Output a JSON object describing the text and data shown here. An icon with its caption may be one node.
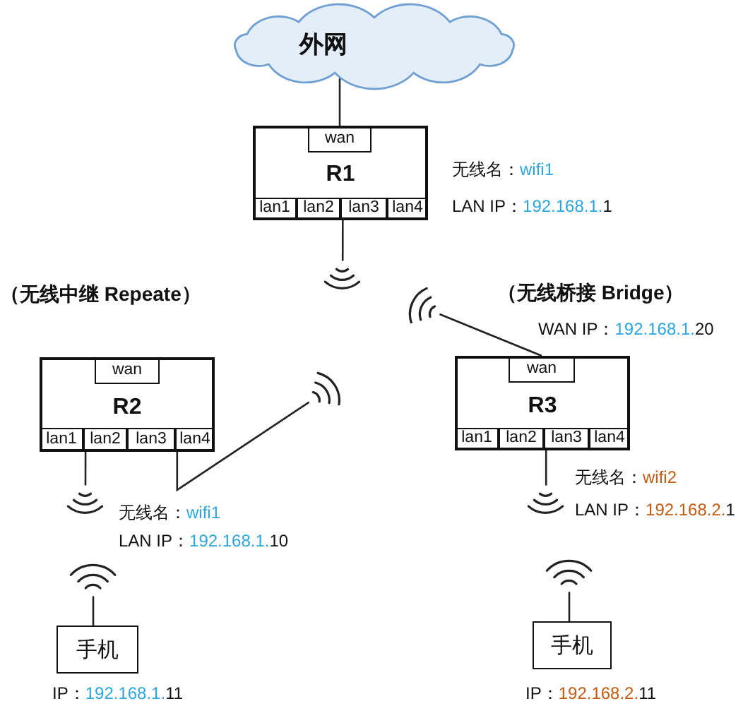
{
  "diagram": {
    "nodes": [
      {
        "text": [
          "外网"
        ]
      },
      {
        "text": [
          "R1"
        ],
        "beside": [
          "无线名：wifi1",
          "LAN IP：192.168.1.1"
        ]
      },
      {
        "text": [
          "wan"
        ],
        "in": 1
      },
      {
        "text": [
          "lan1"
        ],
        "in": 1
      },
      {
        "text": [
          "lan2"
        ],
        "in": 1
      },
      {
        "text": [
          "lan3"
        ],
        "in": 1
      },
      {
        "text": [
          "lan4"
        ],
        "in": 1
      },
      {
        "text": [],
        "shape": "picture"
      },
      {
        "text": [
          "R2"
        ],
        "beside": [
          "（无线中继 Repeate）",
          "无线名：wifi1",
          "LAN IP：192.168.1.10"
        ]
      },
      {
        "text": [
          "wan"
        ],
        "in": 8
      },
      {
        "text": [
          "lan1"
        ],
        "in": 8
      },
      {
        "text": [
          "lan2"
        ],
        "in": 8
      },
      {
        "text": [
          "lan3"
        ],
        "in": 8
      },
      {
        "text": [
          "lan4"
        ],
        "in": 8
      },
      {
        "text": [],
        "shape": "picture"
      },
      {
        "text": [],
        "shape": "picture"
      },
      {
        "text": [
          "R3"
        ],
        "beside": [
          "（无线桥接 Bridge）",
          "WAN IP：192.168.1.20",
          "无线名：wifi2",
          "LAN IP：192.168.2.1"
        ]
      },
      {
        "text": [
          "wan"
        ],
        "in": 16
      },
      {
        "text": [
          "lan1"
        ],
        "in": 16
      },
      {
        "text": [
          "lan2"
        ],
        "in": 16
      },
      {
        "text": [
          "lan3"
        ],
        "in": 16
      },
      {
        "text": [
          "lan4"
        ],
        "in": 16
      },
      {
        "text": [],
        "shape": "picture"
      },
      {
        "text": [],
        "shape": "picture"
      },
      {
        "text": [],
        "shape": "picture"
      },
      {
        "text": [
          "手机"
        ],
        "beside": [
          "IP：192.168.1.11"
        ]
      },
      {
        "text": [],
        "shape": "picture"
      },
      {
        "text": [
          "手机"
        ],
        "beside": [
          "IP：192.168.2.11"
        ]
      }
    ],
    "edges": [
      {
        "from": 0,
        "to": 2,
        "arrow": "none"
      },
      {
        "from": 5,
        "to": 7,
        "arrow": "none"
      },
      {
        "from": 11,
        "to": 15,
        "arrow": "none"
      },
      {
        "from": 13,
        "to": 14,
        "arrow": "none"
      },
      {
        "from": 17,
        "to": 22,
        "arrow": "none"
      },
      {
        "from": 20,
        "to": 23,
        "arrow": "none"
      },
      {
        "from": 24,
        "to": 25,
        "arrow": "none"
      },
      {
        "from": 26,
        "to": 27,
        "arrow": "none"
      }
    ]
  }
}
